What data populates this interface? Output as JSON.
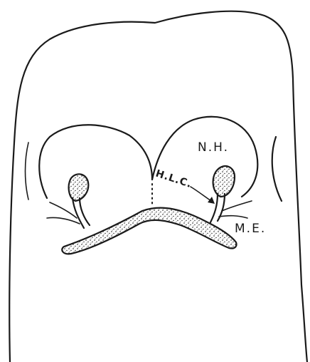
{
  "labels": {
    "nh": "N.H.",
    "hlc": "H.L.C.",
    "me": "M.E."
  },
  "colors": {
    "ink": "#1a1a1a",
    "paper": "#ffffff"
  }
}
